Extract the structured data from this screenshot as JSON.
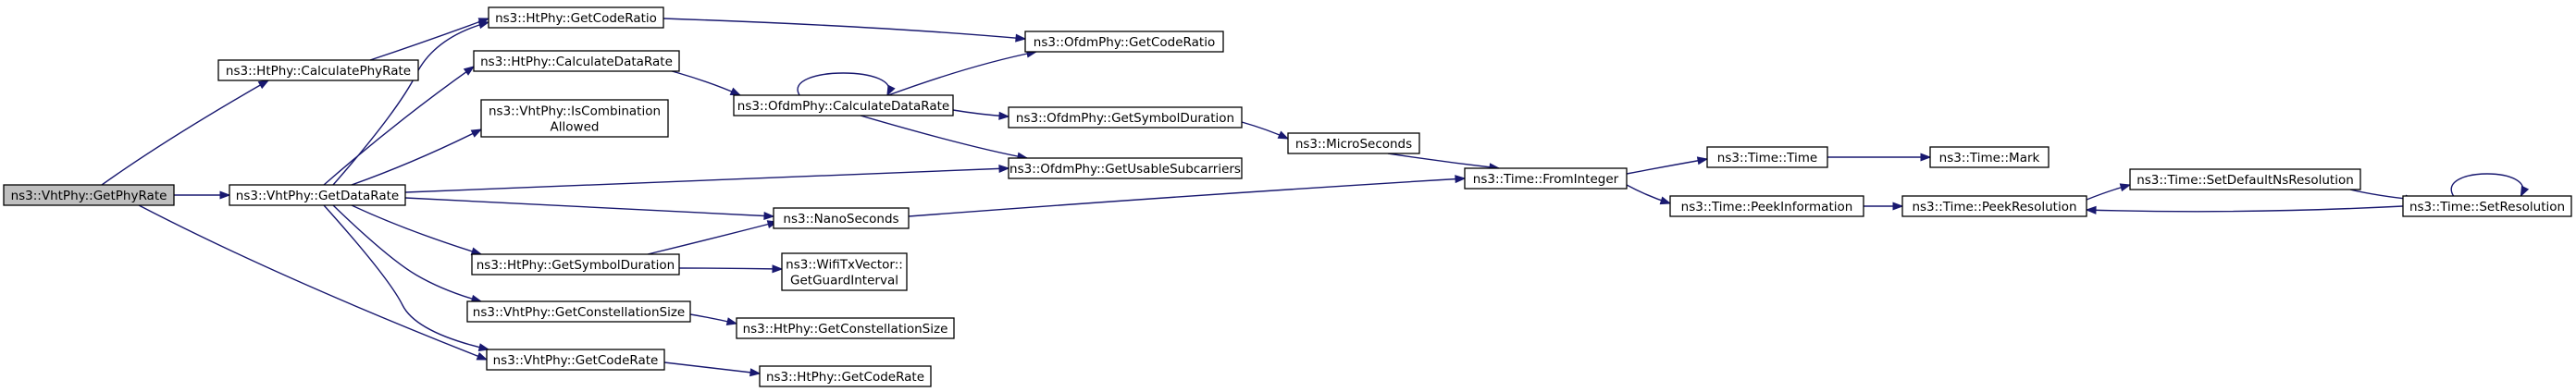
{
  "graph": {
    "colors": {
      "edge": "#191970",
      "node_border": "#000000",
      "root_fill": "#bfbfbf",
      "node_fill": "#ffffff"
    },
    "nodes": [
      {
        "id": "getphyrate",
        "lines": [
          "ns3::VhtPhy::GetPhyRate"
        ],
        "root": true
      },
      {
        "id": "calcphyrate",
        "lines": [
          "ns3::HtPhy::CalculatePhyRate"
        ]
      },
      {
        "id": "getdatarate",
        "lines": [
          "ns3::VhtPhy::GetDataRate"
        ]
      },
      {
        "id": "ht_getcoderatio",
        "lines": [
          "ns3::HtPhy::GetCodeRatio"
        ]
      },
      {
        "id": "ht_calcdatarate",
        "lines": [
          "ns3::HtPhy::CalculateDataRate"
        ]
      },
      {
        "id": "iscombination",
        "lines": [
          "ns3::VhtPhy::IsCombination",
          "Allowed"
        ]
      },
      {
        "id": "ht_getsymbolduration",
        "lines": [
          "ns3::HtPhy::GetSymbolDuration"
        ]
      },
      {
        "id": "vht_getconstsize",
        "lines": [
          "ns3::VhtPhy::GetConstellationSize"
        ]
      },
      {
        "id": "vht_getcoderate",
        "lines": [
          "ns3::VhtPhy::GetCodeRate"
        ]
      },
      {
        "id": "ofdm_calcdatarate",
        "lines": [
          "ns3::OfdmPhy::CalculateDataRate"
        ]
      },
      {
        "id": "ofdm_getcoderatio",
        "lines": [
          "ns3::OfdmPhy::GetCodeRatio"
        ]
      },
      {
        "id": "ofdm_getsymbolduration",
        "lines": [
          "ns3::OfdmPhy::GetSymbolDuration"
        ]
      },
      {
        "id": "ofdm_getusable",
        "lines": [
          "ns3::OfdmPhy::GetUsableSubcarriers"
        ]
      },
      {
        "id": "nanoseconds",
        "lines": [
          "ns3::NanoSeconds"
        ]
      },
      {
        "id": "getguardinterval",
        "lines": [
          "ns3::WifiTxVector::",
          "GetGuardInterval"
        ]
      },
      {
        "id": "ht_getconstsize",
        "lines": [
          "ns3::HtPhy::GetConstellationSize"
        ]
      },
      {
        "id": "ht_getcoderate",
        "lines": [
          "ns3::HtPhy::GetCodeRate"
        ]
      },
      {
        "id": "microseconds",
        "lines": [
          "ns3::MicroSeconds"
        ]
      },
      {
        "id": "frominteger",
        "lines": [
          "ns3::Time::FromInteger"
        ]
      },
      {
        "id": "time",
        "lines": [
          "ns3::Time::Time"
        ]
      },
      {
        "id": "peekinformation",
        "lines": [
          "ns3::Time::PeekInformation"
        ]
      },
      {
        "id": "mark",
        "lines": [
          "ns3::Time::Mark"
        ]
      },
      {
        "id": "peekresolution",
        "lines": [
          "ns3::Time::PeekResolution"
        ]
      },
      {
        "id": "setdefaultns",
        "lines": [
          "ns3::Time::SetDefaultNsResolution"
        ]
      },
      {
        "id": "setresolution",
        "lines": [
          "ns3::Time::SetResolution"
        ]
      }
    ],
    "edges": [
      {
        "from": "getphyrate",
        "to": "calcphyrate"
      },
      {
        "from": "getphyrate",
        "to": "getdatarate"
      },
      {
        "from": "getphyrate",
        "to": "vht_getcoderate"
      },
      {
        "from": "calcphyrate",
        "to": "ht_getcoderatio"
      },
      {
        "from": "getdatarate",
        "to": "ht_getcoderatio"
      },
      {
        "from": "getdatarate",
        "to": "ht_calcdatarate"
      },
      {
        "from": "getdatarate",
        "to": "iscombination"
      },
      {
        "from": "getdatarate",
        "to": "ofdm_getusable"
      },
      {
        "from": "getdatarate",
        "to": "nanoseconds"
      },
      {
        "from": "getdatarate",
        "to": "ht_getsymbolduration"
      },
      {
        "from": "getdatarate",
        "to": "vht_getconstsize"
      },
      {
        "from": "getdatarate",
        "to": "vht_getcoderate"
      },
      {
        "from": "ht_calcdatarate",
        "to": "ofdm_calcdatarate"
      },
      {
        "from": "ofdm_calcdatarate",
        "to": "ofdm_calcdatarate"
      },
      {
        "from": "ofdm_calcdatarate",
        "to": "ofdm_getcoderatio"
      },
      {
        "from": "ofdm_calcdatarate",
        "to": "ofdm_getsymbolduration"
      },
      {
        "from": "ofdm_calcdatarate",
        "to": "ofdm_getusable"
      },
      {
        "from": "ht_getcoderatio",
        "to": "ofdm_getcoderatio"
      },
      {
        "from": "ofdm_getsymbolduration",
        "to": "microseconds"
      },
      {
        "from": "microseconds",
        "to": "frominteger"
      },
      {
        "from": "nanoseconds",
        "to": "frominteger"
      },
      {
        "from": "ht_getsymbolduration",
        "to": "nanoseconds"
      },
      {
        "from": "ht_getsymbolduration",
        "to": "getguardinterval"
      },
      {
        "from": "vht_getconstsize",
        "to": "ht_getconstsize"
      },
      {
        "from": "vht_getcoderate",
        "to": "ht_getcoderate"
      },
      {
        "from": "frominteger",
        "to": "time"
      },
      {
        "from": "frominteger",
        "to": "peekinformation"
      },
      {
        "from": "time",
        "to": "mark"
      },
      {
        "from": "peekinformation",
        "to": "peekresolution"
      },
      {
        "from": "peekresolution",
        "to": "setdefaultns"
      },
      {
        "from": "setdefaultns",
        "to": "setresolution"
      },
      {
        "from": "setresolution",
        "to": "setresolution"
      },
      {
        "from": "setresolution",
        "to": "peekresolution"
      }
    ]
  }
}
